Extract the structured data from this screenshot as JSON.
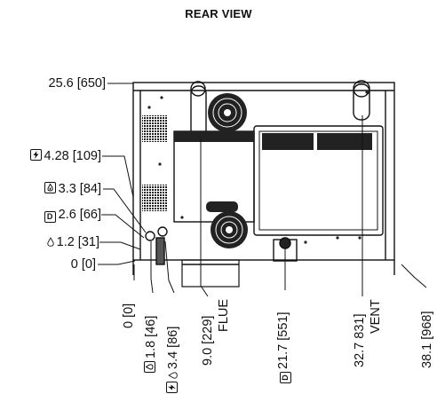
{
  "title": "REAR VIEW",
  "left_dims": [
    {
      "id": "height-total",
      "text": "25.6 [650]",
      "icon": ""
    },
    {
      "id": "electrical",
      "text": "4.28 [109]",
      "icon": "lightning-icon"
    },
    {
      "id": "gas",
      "text": "3.3 [84]",
      "icon": "flame-icon"
    },
    {
      "id": "drain",
      "text": "2.6 [66]",
      "icon": "drain-icon"
    },
    {
      "id": "water",
      "text": "1.2 [31]",
      "icon": "water-drop-icon"
    },
    {
      "id": "zero",
      "text": "0 [0]",
      "icon": ""
    }
  ],
  "bottom_dims": {
    "zero": "0 [0]",
    "gas": "1.8 [46]",
    "water_electric": "3.4 [86]",
    "flue": "9.0 [229]",
    "flue_label": "FLUE",
    "drain": "21.7 [551]",
    "vent": "32.7 831]",
    "vent_label": "VENT",
    "width_total": "38.1 [968]"
  },
  "icon_letters": {
    "drain": "D"
  }
}
